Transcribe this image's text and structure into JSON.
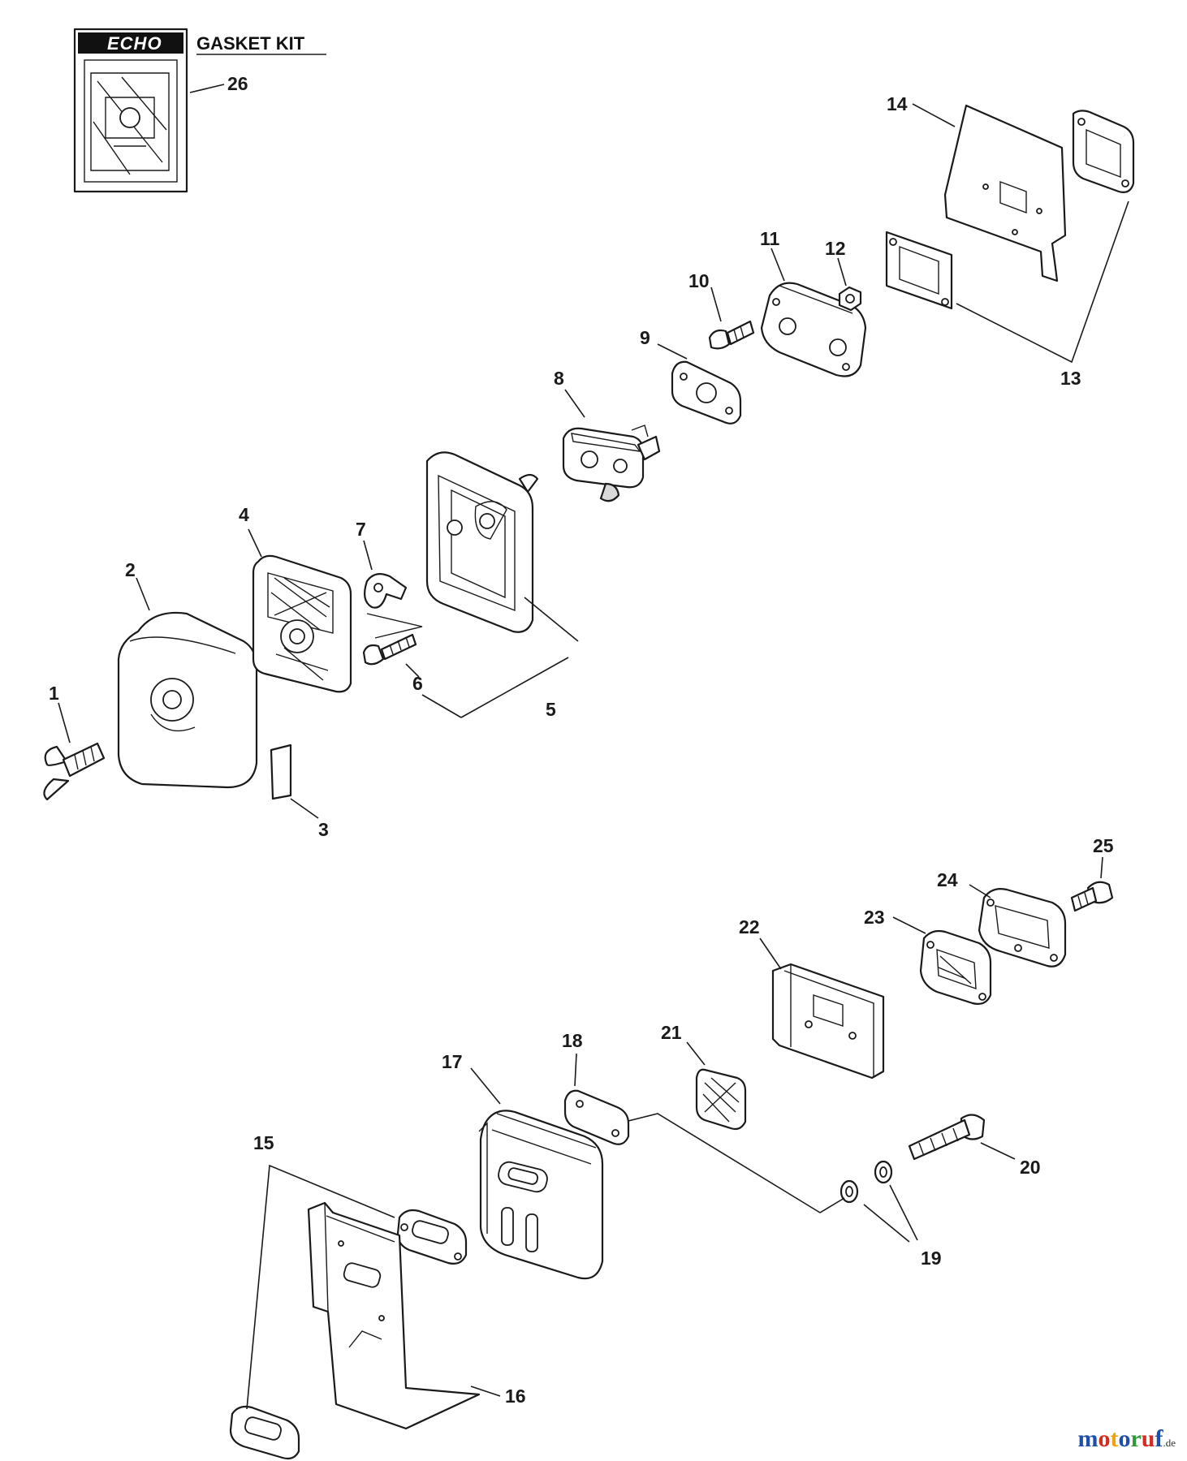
{
  "brand": "ECHO",
  "kit": {
    "title": "GASKET KIT",
    "number": "26"
  },
  "callouts": {
    "c1": "1",
    "c2": "2",
    "c3": "3",
    "c4": "4",
    "c5": "5",
    "c6": "6",
    "c7": "7",
    "c8": "8",
    "c9": "9",
    "c10": "10",
    "c11": "11",
    "c12": "12",
    "c13": "13",
    "c14": "14",
    "c15": "15",
    "c16": "16",
    "c17": "17",
    "c18": "18",
    "c19": "19",
    "c20": "20",
    "c21": "21",
    "c22": "22",
    "c23": "23",
    "c24": "24",
    "c25": "25"
  },
  "watermark": {
    "letters": [
      "m",
      "o",
      "t",
      "o",
      "r",
      "u",
      "f"
    ],
    "letter_colors": [
      "#1f4fa8",
      "#d62b1f",
      "#f2a20c",
      "#1f4fa8",
      "#2e9a3a",
      "#d62b1f",
      "#1f4fa8"
    ],
    "tld": ".de"
  }
}
